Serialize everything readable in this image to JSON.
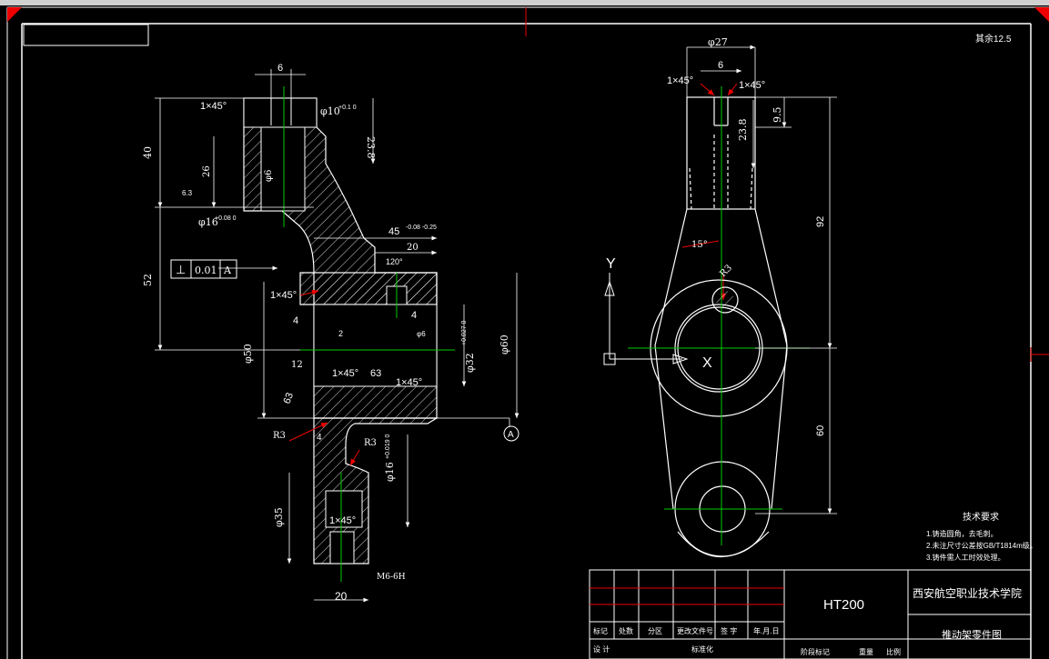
{
  "title_block": {
    "material": "HT200",
    "school": "西安航空职业技术学院",
    "drawing_name": "推动架零件图",
    "header_row": [
      "标记",
      "处数",
      "分区",
      "更改文件号",
      "签 字",
      "年.月.日"
    ],
    "bottom_row": [
      "设 计",
      "标准化",
      "阶段标记",
      "重量",
      "比例"
    ]
  },
  "tech_requirements": {
    "title": "技术要求",
    "items": [
      "1.铸造圆角，去毛刺。",
      "2.未注尺寸公差按GB/T1814m级。",
      "3.铸件需人工时效处理。"
    ]
  },
  "top_right_note": "其余12.5",
  "datum_label": "A",
  "tolerance_frame": {
    "symbol": "⊥",
    "value": "0.01",
    "datum": "A"
  },
  "ucs": {
    "y": "Y",
    "x": "X"
  },
  "dims_left": {
    "d6": "6",
    "c1": "1×45°",
    "d10": "φ10",
    "d10_tol": "+0.1 0",
    "d23": "23.8",
    "d40": "40",
    "d26": "26",
    "d36": "φ6",
    "ra63": "6.3",
    "d16": "φ16",
    "d16_tol": "+0.08 0",
    "d45": "45",
    "d45_tol": "-0.08 -0.25",
    "d20": "20",
    "d120": "120°",
    "d52": "52",
    "c2": "1×45°",
    "d4a": "4",
    "d4b": "4",
    "d2": "2",
    "d36b": "φ6",
    "d50": "φ50",
    "d12": "12",
    "c3": "1×45°",
    "r63": "63",
    "c4": "1×45°",
    "d32": "φ32",
    "d32_tol": "+0.027 0",
    "d60": "φ60",
    "r63b": "63",
    "r3": "R3",
    "d4c": "4",
    "r3b": "R3",
    "d16b": "φ16",
    "d16b_tol": "+0.019 0",
    "d35": "φ35",
    "c5": "1×45°",
    "m6": "M6-6H",
    "d20b": "20"
  },
  "dims_right": {
    "d27": "φ27",
    "d6": "6",
    "c1": "1×45°",
    "c2": "1×45°",
    "d95": "9.5",
    "d238": "23.8",
    "d92": "92",
    "a15": "15°",
    "r3": "R3",
    "d60": "60"
  }
}
